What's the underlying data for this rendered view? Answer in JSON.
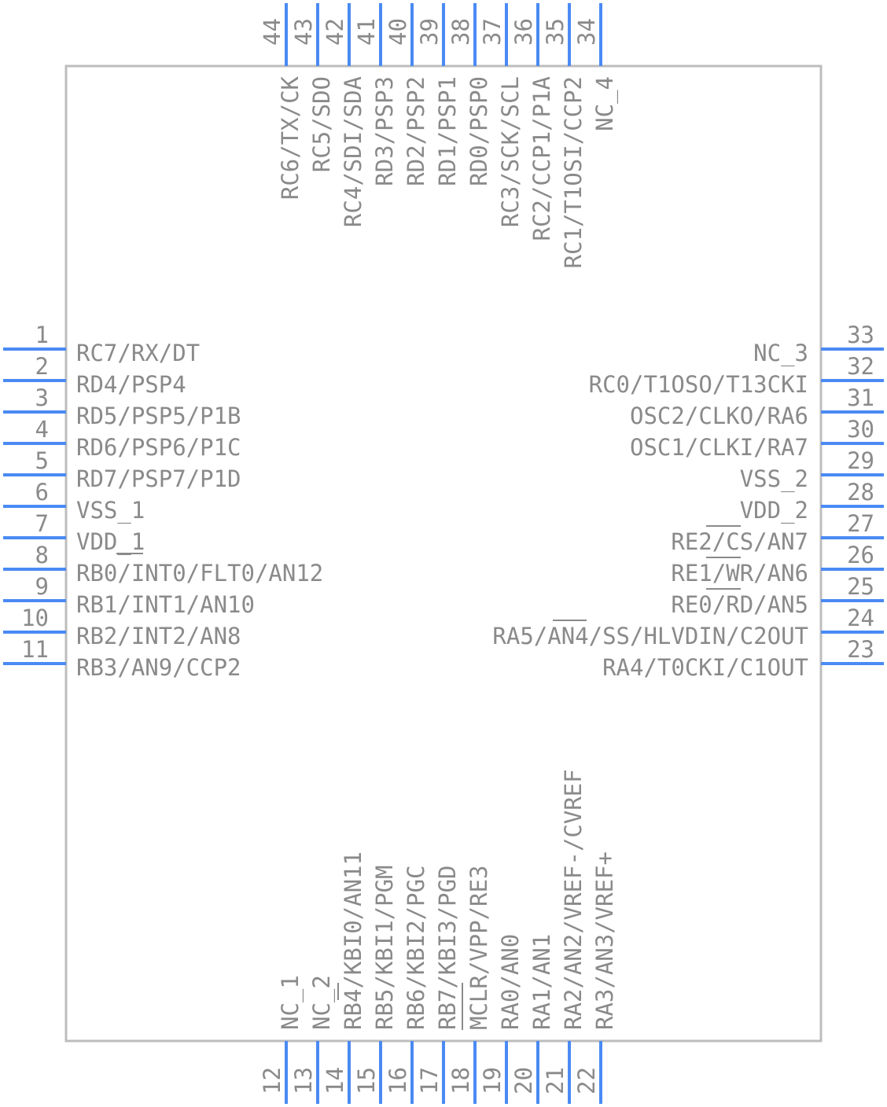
{
  "package": {
    "body_border_color": "#bdbdbd",
    "pin_color": "#4a8af4",
    "text_color": "#8a8a8a"
  },
  "pins": {
    "left": [
      {
        "num": "1",
        "name": "RC7/RX/DT"
      },
      {
        "num": "2",
        "name": "RD4/PSP4"
      },
      {
        "num": "3",
        "name": "RD5/PSP5/P1B"
      },
      {
        "num": "4",
        "name": "RD6/PSP6/P1C"
      },
      {
        "num": "5",
        "name": "RD7/PSP7/P1D"
      },
      {
        "num": "6",
        "name": "VSS_1"
      },
      {
        "num": "7",
        "name": "VDD_1"
      },
      {
        "num": "8",
        "name": "RB0/INT0/FLT0/AN12"
      },
      {
        "num": "9",
        "name": "RB1/INT1/AN10"
      },
      {
        "num": "10",
        "name": "RB2/INT2/AN8"
      },
      {
        "num": "11",
        "name": "RB3/AN9/CCP2"
      }
    ],
    "right": [
      {
        "num": "33",
        "name": "NC_3"
      },
      {
        "num": "32",
        "name": "RC0/T1OSO/T13CKI"
      },
      {
        "num": "31",
        "name": "OSC2/CLKO/RA6"
      },
      {
        "num": "30",
        "name": "OSC1/CLKI/RA7"
      },
      {
        "num": "29",
        "name": "VSS_2"
      },
      {
        "num": "28",
        "name": "VDD_2"
      },
      {
        "num": "27",
        "name": "RE2/CS/AN7"
      },
      {
        "num": "26",
        "name": "RE1/WR/AN6"
      },
      {
        "num": "25",
        "name": "RE0/RD/AN5"
      },
      {
        "num": "24",
        "name": "RA5/AN4/SS/HLVDIN/C2OUT"
      },
      {
        "num": "23",
        "name": "RA4/T0CKI/C1OUT"
      }
    ],
    "top": [
      {
        "num": "44",
        "name": "RC6/TX/CK"
      },
      {
        "num": "43",
        "name": "RC5/SDO"
      },
      {
        "num": "42",
        "name": "RC4/SDI/SDA"
      },
      {
        "num": "41",
        "name": "RD3/PSP3"
      },
      {
        "num": "40",
        "name": "RD2/PSP2"
      },
      {
        "num": "39",
        "name": "RD1/PSP1"
      },
      {
        "num": "38",
        "name": "RD0/PSP0"
      },
      {
        "num": "37",
        "name": "RC3/SCK/SCL"
      },
      {
        "num": "36",
        "name": "RC2/CCP1/P1A"
      },
      {
        "num": "35",
        "name": "RC1/T1OSI/CCP2"
      },
      {
        "num": "34",
        "name": "NC_4"
      }
    ],
    "bottom": [
      {
        "num": "12",
        "name": "NC_1"
      },
      {
        "num": "13",
        "name": "NC_2"
      },
      {
        "num": "14",
        "name": "RB4/KBI0/AN11"
      },
      {
        "num": "15",
        "name": "RB5/KBI1/PGM"
      },
      {
        "num": "16",
        "name": "RB6/KBI2/PGC"
      },
      {
        "num": "17",
        "name": "RB7/KBI3/PGD"
      },
      {
        "num": "18",
        "name": "MCLR/VPP/RE3"
      },
      {
        "num": "19",
        "name": "RA0/AN0"
      },
      {
        "num": "20",
        "name": "RA1/AN1"
      },
      {
        "num": "21",
        "name": "RA2/AN2/VREF-/CVREF"
      },
      {
        "num": "22",
        "name": "RA3/AN3/VREF+"
      }
    ]
  }
}
